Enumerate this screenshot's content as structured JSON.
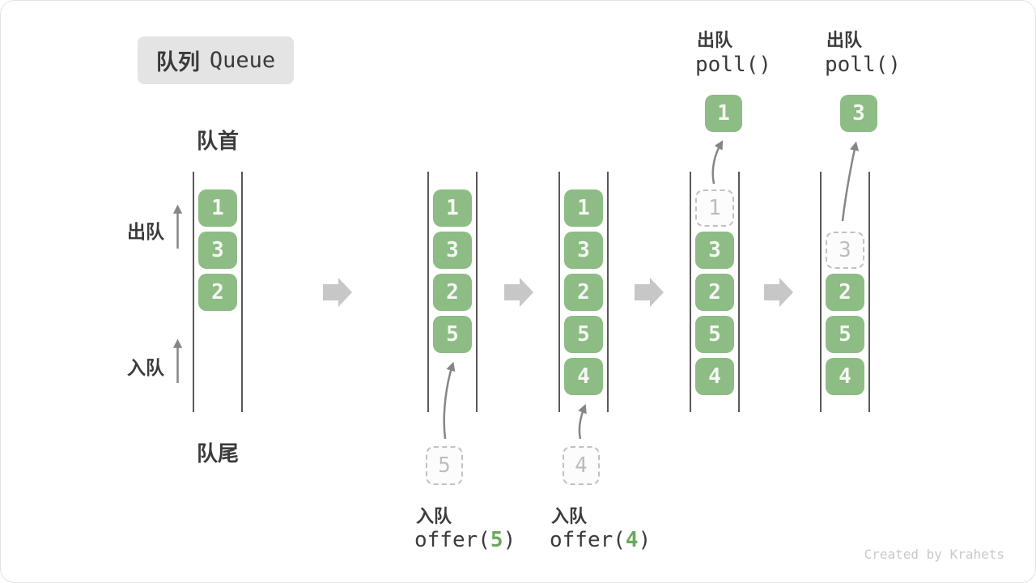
{
  "title": {
    "zh": "队列",
    "en": "Queue"
  },
  "side_labels": {
    "front": "队首",
    "rear": "队尾",
    "dequeue": "出队",
    "enqueue": "入队"
  },
  "queues": [
    {
      "slots": [
        {
          "v": "1"
        },
        {
          "v": "3"
        },
        {
          "v": "2"
        }
      ]
    },
    {
      "slots": [
        {
          "v": "1"
        },
        {
          "v": "3"
        },
        {
          "v": "2"
        },
        {
          "v": "5"
        }
      ]
    },
    {
      "slots": [
        {
          "v": "1"
        },
        {
          "v": "3"
        },
        {
          "v": "2"
        },
        {
          "v": "5"
        },
        {
          "v": "4"
        }
      ]
    },
    {
      "slots": [
        {
          "v": "1",
          "ghost": true
        },
        {
          "v": "3"
        },
        {
          "v": "2"
        },
        {
          "v": "5"
        },
        {
          "v": "4"
        }
      ]
    },
    {
      "slots": [
        null,
        {
          "v": "3",
          "ghost": true
        },
        {
          "v": "2"
        },
        {
          "v": "5"
        },
        {
          "v": "4"
        }
      ]
    }
  ],
  "operations": {
    "offer5": {
      "label": "入队",
      "fn_open": "offer(",
      "arg": "5",
      "fn_close": ")",
      "incoming_value": "5"
    },
    "offer4": {
      "label": "入队",
      "fn_open": "offer(",
      "arg": "4",
      "fn_close": ")",
      "incoming_value": "4"
    },
    "poll1": {
      "label": "出队",
      "fn": "poll()",
      "out_value": "1"
    },
    "poll3": {
      "label": "出队",
      "fn": "poll()",
      "out_value": "3"
    }
  },
  "watermark": "Created by Krahets",
  "icons": {
    "step_arrow": "gray-right-block-arrow",
    "offer_arrow": "thin-curved-up-arrow",
    "poll_arrow": "thin-curved-up-arrow",
    "direction_arrow": "thin-straight-up-arrow"
  },
  "colors": {
    "box_green": "#8dbc85",
    "box_text": "#f4f8f2",
    "code_green": "#6aa85c",
    "ghost_border": "#c1c1c1",
    "ghost_text": "#bdbdbd",
    "wall_gray": "#595959",
    "thin_arrow_gray": "#868686",
    "block_arrow_gray": "#c7c7c7",
    "text_dark": "#3b3b3b",
    "title_bg": "#e4e4e4",
    "watermark_gray": "#c9c9c9"
  }
}
